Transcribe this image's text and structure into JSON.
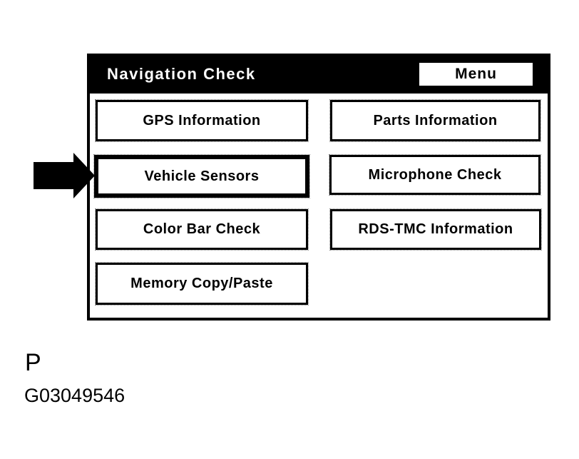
{
  "figure": {
    "screen": {
      "title": "Navigation Check",
      "menu_button_label": "Menu",
      "buttons": [
        {
          "label": "GPS Information",
          "selected": false
        },
        {
          "label": "Parts Information",
          "selected": false
        },
        {
          "label": "Vehicle Sensors",
          "selected": true
        },
        {
          "label": "Microphone Check",
          "selected": false
        },
        {
          "label": "Color Bar Check",
          "selected": false
        },
        {
          "label": "RDS-TMC Information",
          "selected": false
        },
        {
          "label": "Memory Copy/Paste",
          "selected": false
        }
      ]
    },
    "pointer": "right-arrow indicating Vehicle Sensors button",
    "caption_letter": "P",
    "figure_id": "G03049546"
  },
  "colors": {
    "titlebar_bg": "#000000",
    "titlebar_text": "#ffffff",
    "screen_bg": "#ffffff",
    "button_border": "#000000",
    "button_text": "#000000"
  }
}
